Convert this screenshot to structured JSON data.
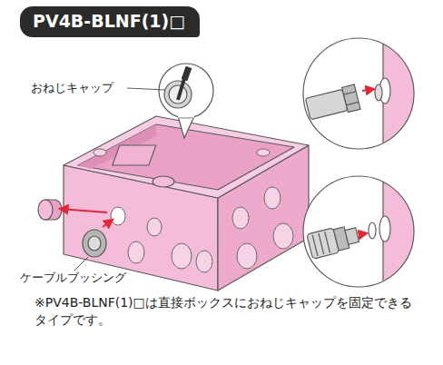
{
  "diagram": {
    "title": "PV4B-BLNF(1)□",
    "labels": [
      "おねじキャップ",
      "ケーブルブッシング",
      "※PV4B-BLNF(1)□は直接ボックスにおねじキャップを固定できるタイプです。"
    ]
  }
}
